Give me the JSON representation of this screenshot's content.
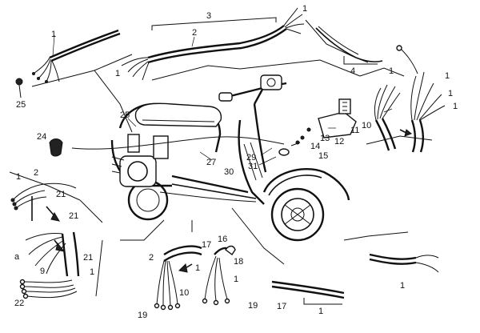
{
  "labels": {
    "top_right_1": "1",
    "top_3": "3",
    "top_2": "2",
    "top_left_1": "1",
    "top_mid_left_1": "1",
    "right_4": "4",
    "left_25": "25",
    "scooter_25": "25",
    "left_24": "24",
    "r_1a": "1",
    "r_1b": "1",
    "r_1c": "1",
    "r_1d": "1",
    "r_10": "10",
    "r_11": "11",
    "r_12": "12",
    "r_13": "13",
    "r_14": "14",
    "r_15": "15",
    "c_29": "29",
    "c_31": "31",
    "c_27": "27",
    "c_30": "30",
    "l_1": "1",
    "l_2": "2",
    "l_21a": "21",
    "l_21b": "21",
    "l_21c": "21",
    "l_a": "a",
    "l_9": "9",
    "l_1b": "1",
    "l_22": "22",
    "b_2": "2",
    "b_17a": "17",
    "b_16": "16",
    "b_18": "18",
    "b_1a": "1",
    "b_10": "10",
    "b_1b": "1",
    "b_19a": "19",
    "b_19b": "19",
    "br_17": "17",
    "br_1": "1",
    "br2_1": "1"
  }
}
